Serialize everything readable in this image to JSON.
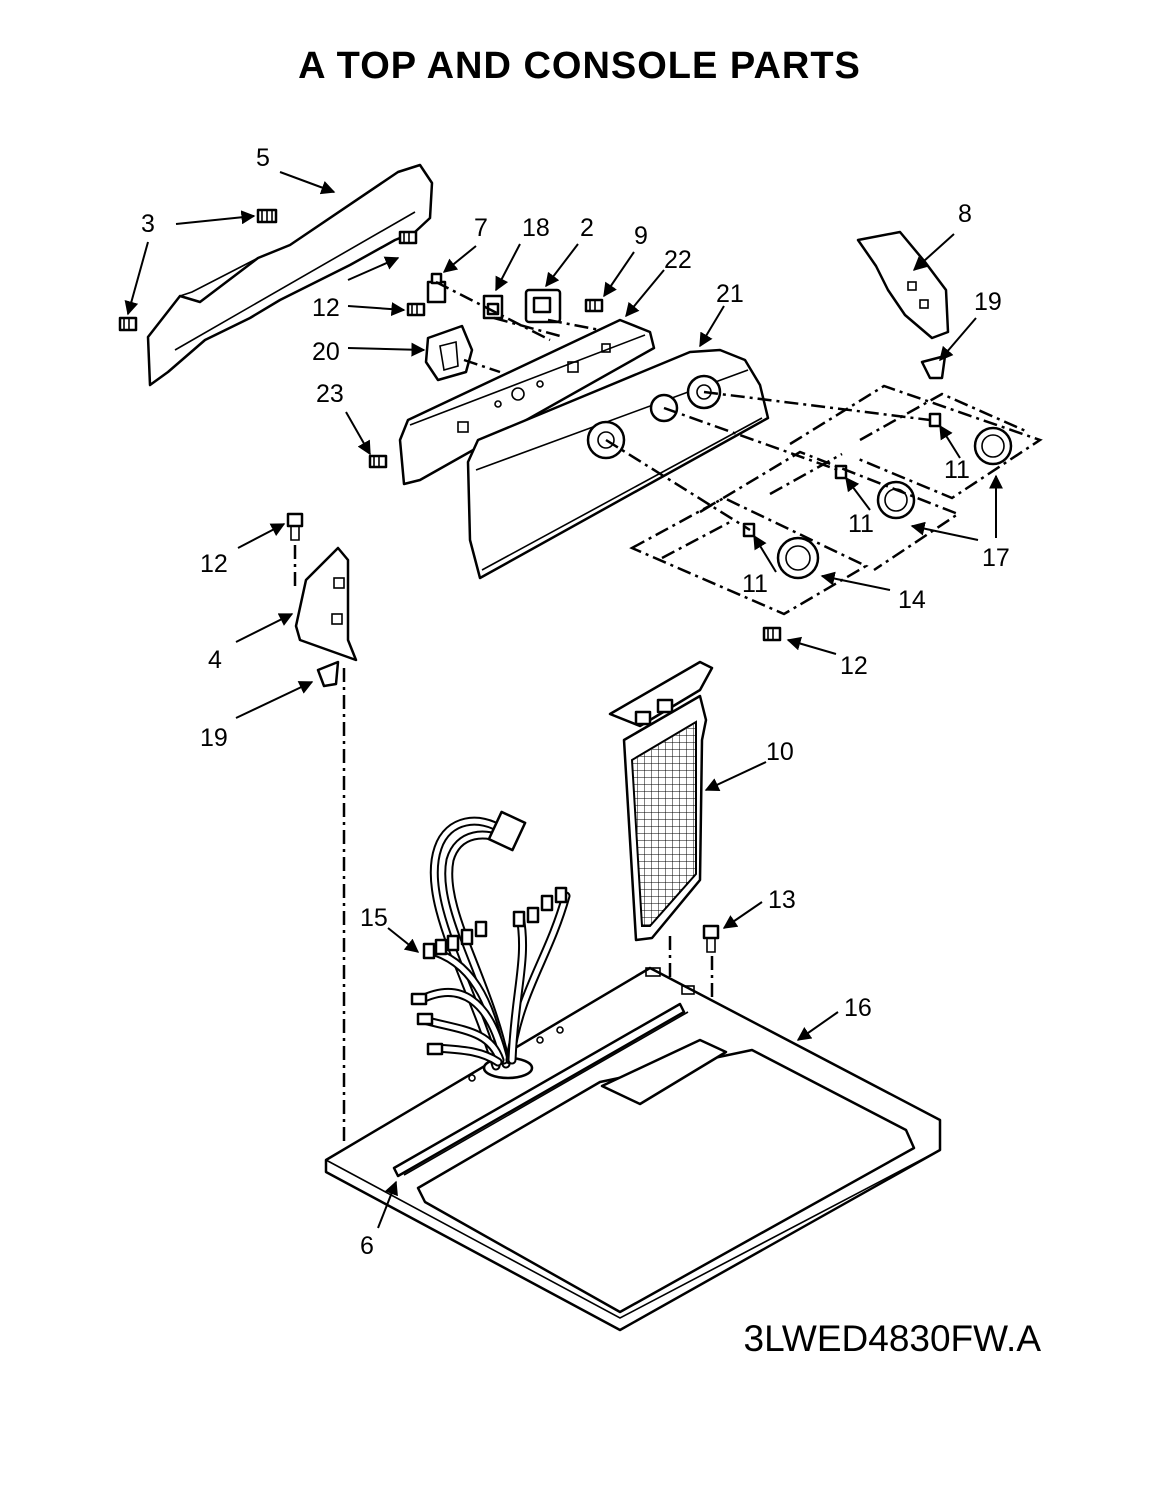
{
  "title": "A TOP AND CONSOLE PARTS",
  "diagram_code": "3LWED4830FW.A",
  "callouts": {
    "c5": "5",
    "c3": "3",
    "c7": "7",
    "c18": "18",
    "c2": "2",
    "c9": "9",
    "c22": "22",
    "c21": "21",
    "c8": "8",
    "c19a": "19",
    "c12a": "12",
    "c20": "20",
    "c23": "23",
    "c12b": "12",
    "c4": "4",
    "c19b": "19",
    "c11a": "11",
    "c11b": "11",
    "c11c": "11",
    "c17": "17",
    "c14": "14",
    "c12c": "12",
    "c10": "10",
    "c15": "15",
    "c13": "13",
    "c16": "16",
    "c6": "6"
  }
}
